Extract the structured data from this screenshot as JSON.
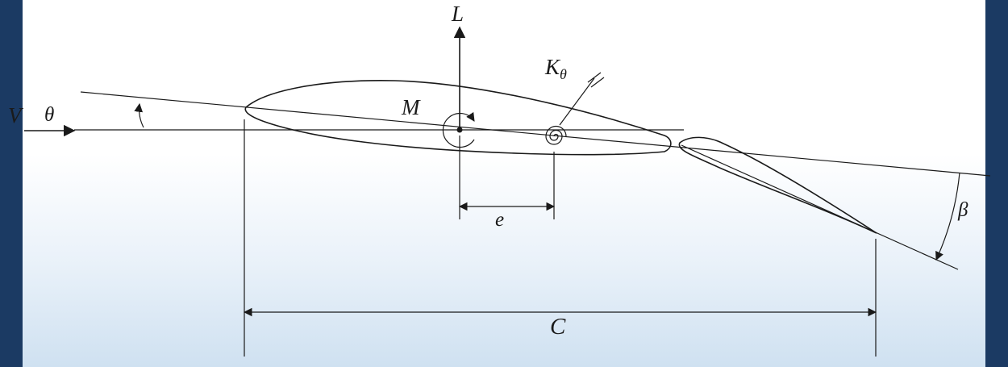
{
  "diagram": {
    "description": "Aeroelastic airfoil with trailing-edge flap: lift, pitching moment, torsional spring and geometry labels",
    "labels": {
      "velocity": "V",
      "pitch_angle": "θ",
      "lift": "L",
      "moment": "M",
      "spring_stiffness": "K",
      "spring_stiffness_sub": "θ",
      "offset": "e",
      "flap_angle": "β",
      "chord": "C"
    }
  },
  "theme": {
    "line": "#1a1a1a",
    "bg_top": "#ffffff",
    "bg_mid": "#e9f1f9",
    "bg_bottom": "#cfe1f1",
    "side_bar": "#1b3a63"
  }
}
